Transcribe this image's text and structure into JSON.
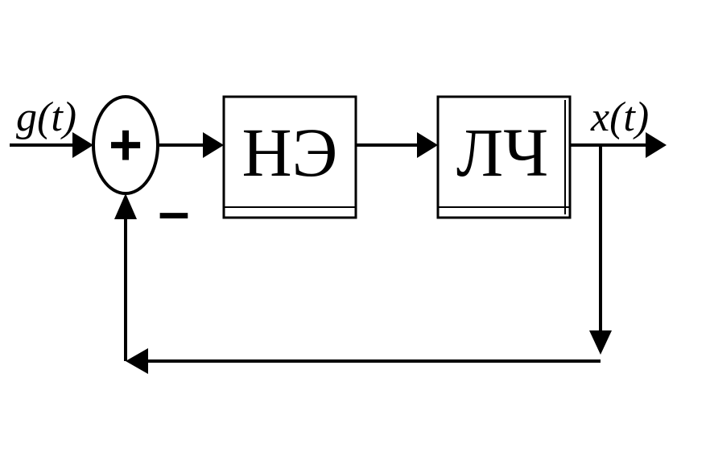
{
  "diagram": {
    "input_label": "g(t)",
    "output_label": "x(t)",
    "summing_junction": {
      "plus_sign": "+",
      "minus_sign": "–"
    },
    "blocks": [
      {
        "label": "НЭ"
      },
      {
        "label": "ЛЧ"
      }
    ]
  },
  "colors": {
    "stroke": "#000000",
    "background": "#ffffff"
  }
}
